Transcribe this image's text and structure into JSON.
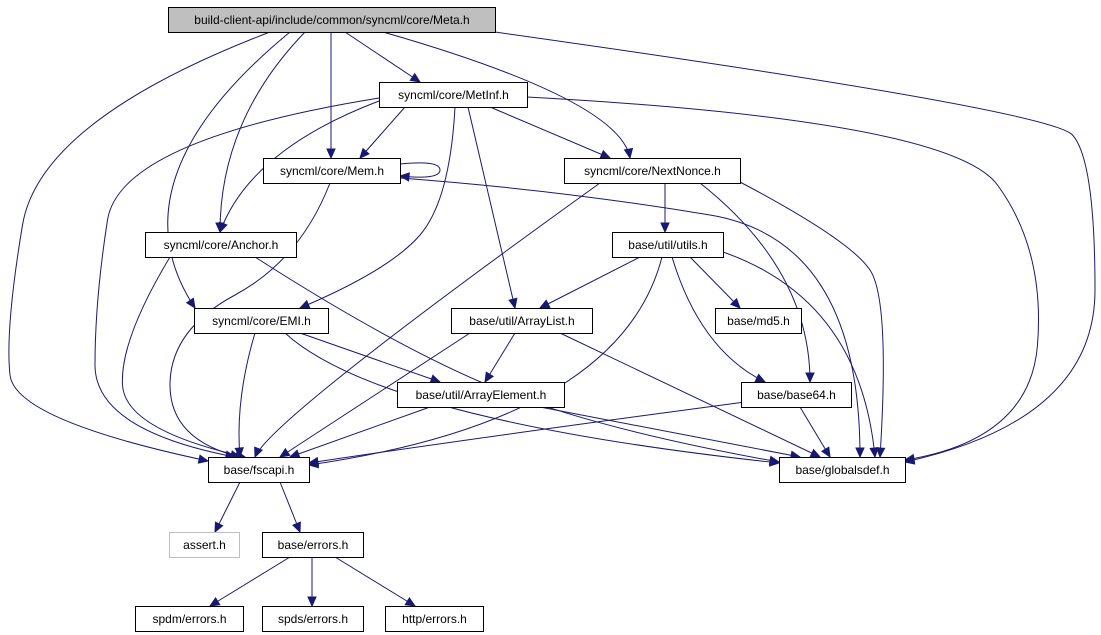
{
  "graph": {
    "nodes": [
      {
        "id": "meta",
        "label": "build-client-api/include/common/syncml/core/Meta.h",
        "style": "root"
      },
      {
        "id": "metinf",
        "label": "syncml/core/MetInf.h"
      },
      {
        "id": "mem",
        "label": "syncml/core/Mem.h"
      },
      {
        "id": "nextnonce",
        "label": "syncml/core/NextNonce.h"
      },
      {
        "id": "anchor",
        "label": "syncml/core/Anchor.h"
      },
      {
        "id": "utils",
        "label": "base/util/utils.h"
      },
      {
        "id": "emi",
        "label": "syncml/core/EMI.h"
      },
      {
        "id": "arraylist",
        "label": "base/util/ArrayList.h"
      },
      {
        "id": "md5",
        "label": "base/md5.h"
      },
      {
        "id": "arrayelement",
        "label": "base/util/ArrayElement.h"
      },
      {
        "id": "base64",
        "label": "base/base64.h"
      },
      {
        "id": "fscapi",
        "label": "base/fscapi.h"
      },
      {
        "id": "globalsdef",
        "label": "base/globalsdef.h"
      },
      {
        "id": "assert",
        "label": "assert.h",
        "style": "missing"
      },
      {
        "id": "errors",
        "label": "base/errors.h"
      },
      {
        "id": "spdm",
        "label": "spdm/errors.h"
      },
      {
        "id": "spds",
        "label": "spds/errors.h"
      },
      {
        "id": "http",
        "label": "http/errors.h"
      }
    ],
    "edges": [
      [
        "meta",
        "metinf"
      ],
      [
        "meta",
        "mem"
      ],
      [
        "meta",
        "nextnonce"
      ],
      [
        "meta",
        "anchor"
      ],
      [
        "meta",
        "emi"
      ],
      [
        "meta",
        "fscapi"
      ],
      [
        "meta",
        "globalsdef"
      ],
      [
        "metinf",
        "mem"
      ],
      [
        "metinf",
        "nextnonce"
      ],
      [
        "metinf",
        "anchor"
      ],
      [
        "metinf",
        "emi"
      ],
      [
        "metinf",
        "arraylist"
      ],
      [
        "metinf",
        "fscapi"
      ],
      [
        "metinf",
        "globalsdef"
      ],
      [
        "mem",
        "mem"
      ],
      [
        "mem",
        "fscapi"
      ],
      [
        "mem",
        "globalsdef"
      ],
      [
        "nextnonce",
        "utils"
      ],
      [
        "nextnonce",
        "base64"
      ],
      [
        "nextnonce",
        "fscapi"
      ],
      [
        "nextnonce",
        "globalsdef"
      ],
      [
        "anchor",
        "fscapi"
      ],
      [
        "anchor",
        "globalsdef"
      ],
      [
        "utils",
        "arraylist"
      ],
      [
        "utils",
        "md5"
      ],
      [
        "utils",
        "base64"
      ],
      [
        "utils",
        "fscapi"
      ],
      [
        "utils",
        "globalsdef"
      ],
      [
        "emi",
        "arrayelement"
      ],
      [
        "emi",
        "fscapi"
      ],
      [
        "emi",
        "globalsdef"
      ],
      [
        "arraylist",
        "arrayelement"
      ],
      [
        "arraylist",
        "fscapi"
      ],
      [
        "arraylist",
        "globalsdef"
      ],
      [
        "arrayelement",
        "fscapi"
      ],
      [
        "arrayelement",
        "globalsdef"
      ],
      [
        "base64",
        "fscapi"
      ],
      [
        "base64",
        "globalsdef"
      ],
      [
        "fscapi",
        "assert"
      ],
      [
        "fscapi",
        "errors"
      ],
      [
        "errors",
        "spdm"
      ],
      [
        "errors",
        "spds"
      ],
      [
        "errors",
        "http"
      ]
    ],
    "colors": {
      "edge": "#191970",
      "node_border": "#000000",
      "root_fill": "#bfbfbf",
      "missing_border": "#bfbfbf"
    }
  }
}
